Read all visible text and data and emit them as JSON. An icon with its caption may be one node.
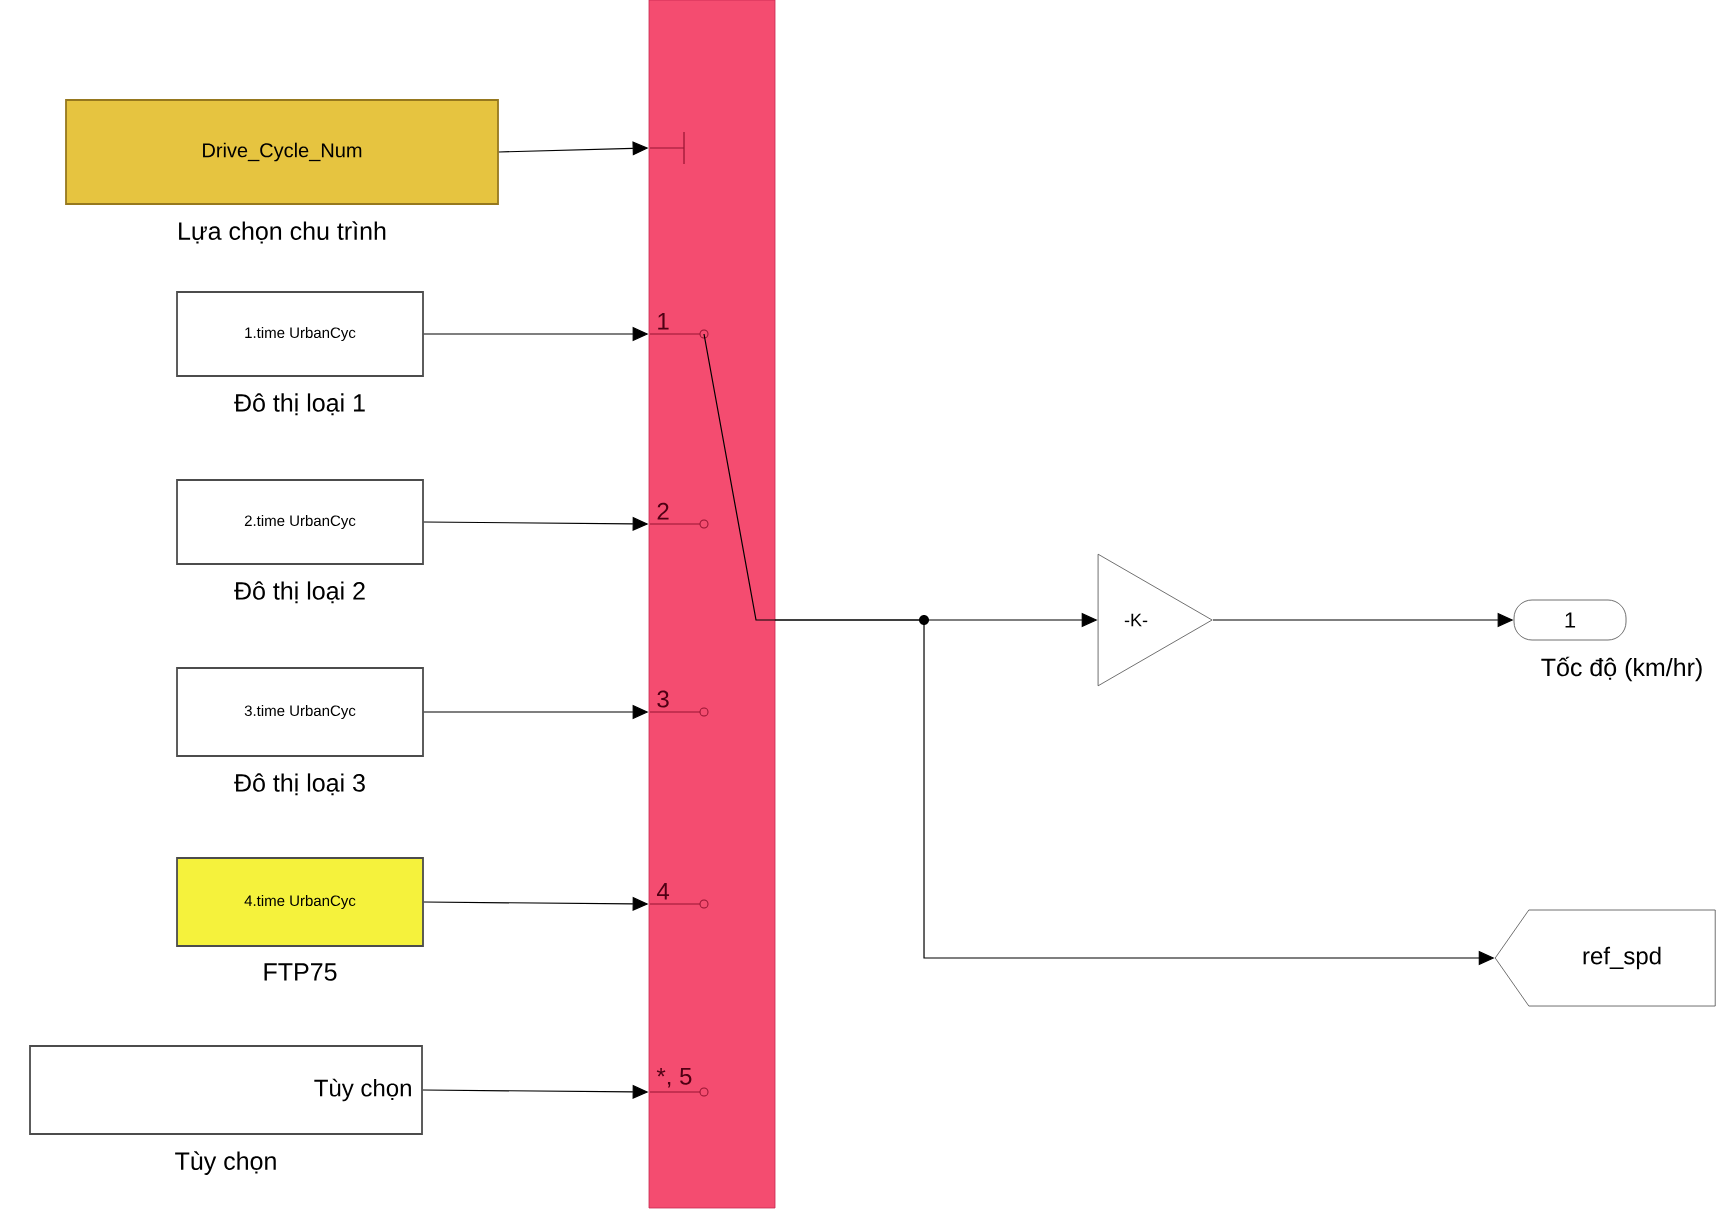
{
  "diagram": {
    "nodes": [
      {
        "text": [
          "Drive_Cycle_Num"
        ],
        "beside": [
          "Lựa chọn chu trình"
        ]
      },
      {
        "text": [
          "1.time UrbanCyc"
        ],
        "beside": [
          "Đô thị loại 1"
        ]
      },
      {
        "text": [
          "2.time UrbanCyc"
        ],
        "beside": [
          "Đô thị loại 2"
        ]
      },
      {
        "text": [
          "3.time UrbanCyc"
        ],
        "beside": [
          "Đô thị loại 3"
        ]
      },
      {
        "text": [
          "4.time UrbanCyc"
        ],
        "beside": [
          "FTP75"
        ]
      },
      {
        "text": [
          "Tùy chọn"
        ],
        "beside": [
          "Tùy chọn"
        ]
      },
      {
        "text": [
          "1",
          "2",
          "3",
          "4",
          "*, 5"
        ]
      },
      {
        "text": [
          "-K-"
        ]
      },
      {
        "text": [
          "1"
        ],
        "beside": [
          "Tốc độ (km/hr)"
        ]
      },
      {
        "text": [
          "ref_spd"
        ]
      }
    ],
    "edges": [
      {
        "from": 0,
        "to": 6,
        "arrow": "to"
      },
      {
        "from": 1,
        "to": 6,
        "arrow": "to"
      },
      {
        "from": 2,
        "to": 6,
        "arrow": "to"
      },
      {
        "from": 3,
        "to": 6,
        "arrow": "to"
      },
      {
        "from": 4,
        "to": 6,
        "arrow": "to"
      },
      {
        "from": 5,
        "to": 6,
        "arrow": "to"
      },
      {
        "from": 6,
        "to": 7,
        "arrow": "to"
      },
      {
        "from": 6,
        "to": 9,
        "arrow": "to"
      },
      {
        "from": 7,
        "to": 8,
        "arrow": "to"
      }
    ]
  }
}
